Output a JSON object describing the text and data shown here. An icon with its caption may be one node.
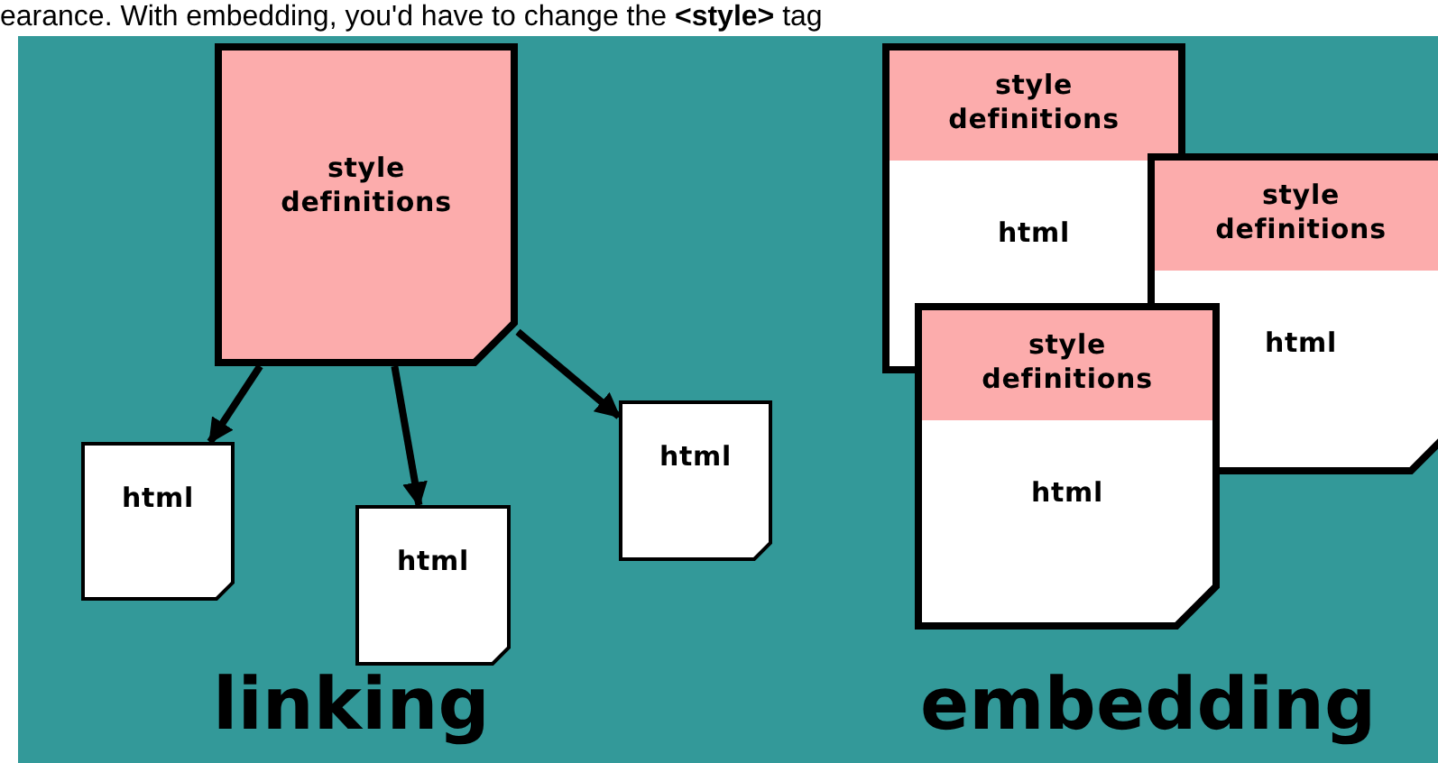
{
  "diagram": {
    "nodes": [
      {
        "text": [
          "style definitions"
        ]
      },
      {
        "text": [
          "html"
        ]
      },
      {
        "text": [
          "html"
        ]
      },
      {
        "text": [
          "html"
        ]
      },
      {
        "text": [
          "style definitions",
          "html"
        ]
      },
      {
        "text": [
          "style definitions",
          "html"
        ]
      },
      {
        "text": [
          "style definitions",
          "html"
        ]
      }
    ],
    "edges": [
      {
        "from": 0,
        "to": 1,
        "arrow": "to"
      },
      {
        "from": 0,
        "to": 2,
        "arrow": "to"
      },
      {
        "from": 0,
        "to": 3,
        "arrow": "to"
      }
    ],
    "labels": [
      "earance. With embedding, you'd have to change the **<style>** tag",
      "linking",
      "embedding"
    ]
  }
}
